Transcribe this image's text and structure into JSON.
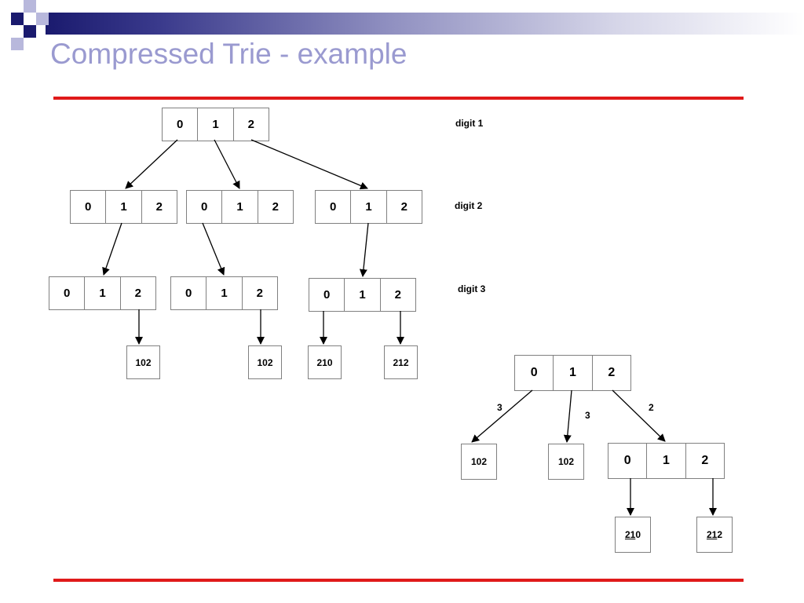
{
  "title": "Compressed Trie - example",
  "colors": {
    "title": "#9a9ad0",
    "rule": "#e01a1a",
    "decor_dark": "#1a1a6e",
    "decor_light": "#9a9ad0"
  },
  "digit_labels": [
    "digit 1",
    "digit 2",
    "digit 3"
  ],
  "cell_digits": [
    "0",
    "1",
    "2"
  ],
  "leaf_keys": {
    "a": "102",
    "b": "102",
    "c": "210",
    "d": "212",
    "ca": "102",
    "cb": "102",
    "cc_prefix": "21",
    "cc_suffix": "0",
    "cd_prefix": "21",
    "cd_suffix": "2"
  },
  "compressed_edge_labels": [
    "3",
    "3",
    "2"
  ]
}
